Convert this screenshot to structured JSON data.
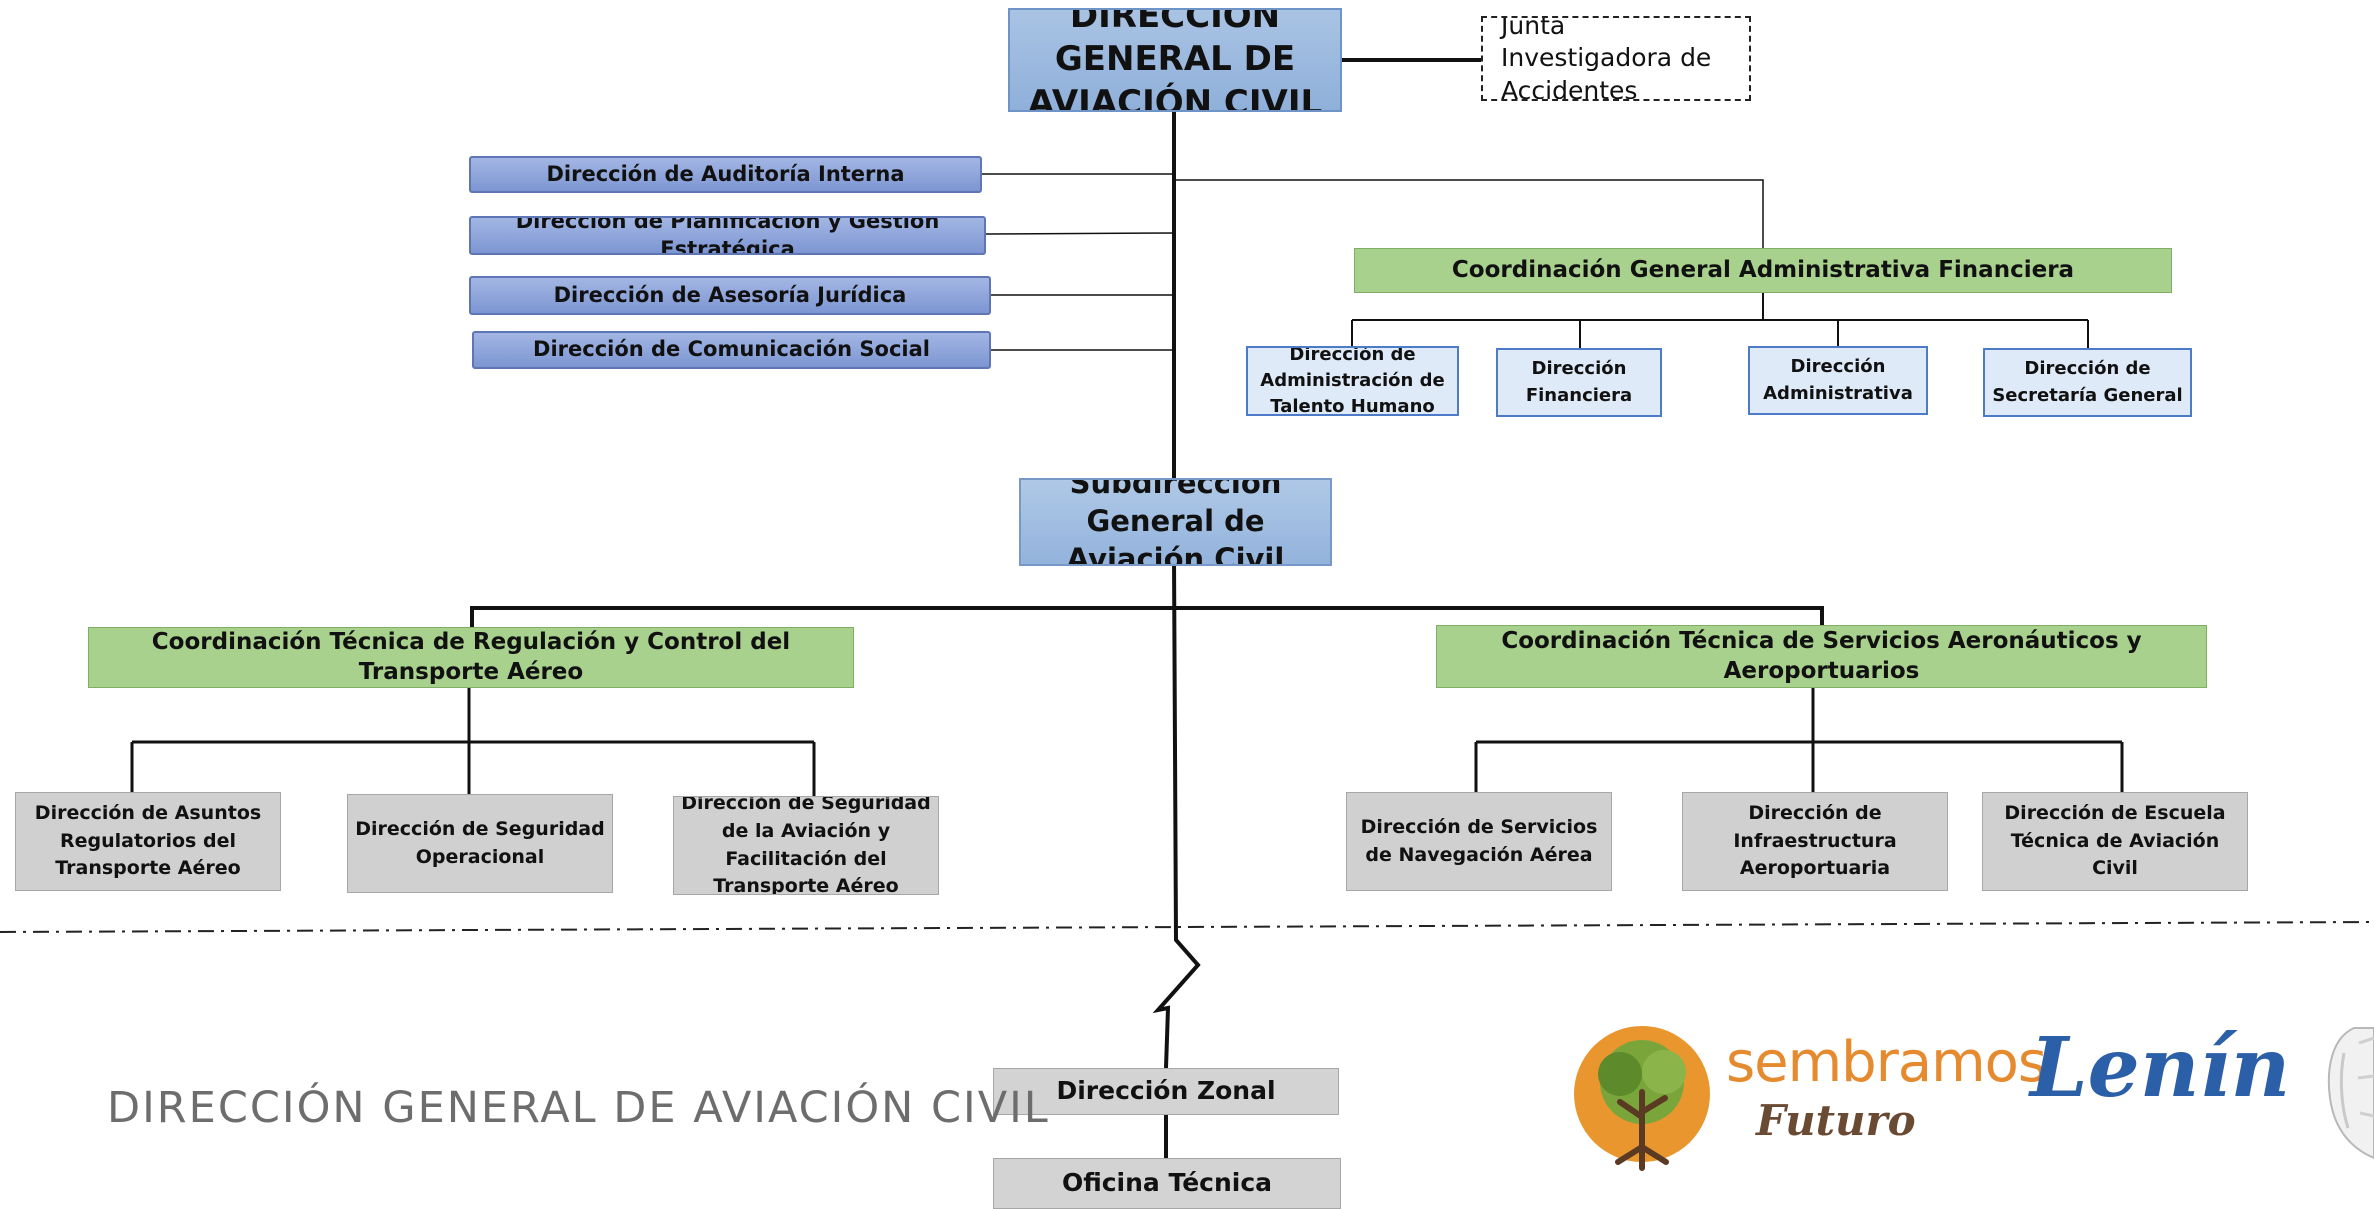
{
  "chart": {
    "root": "DIRECCIÓN GENERAL DE AVIACIÓN CIVIL",
    "junta": "Junta Investigadora de Accidentes",
    "staff": [
      "Dirección de Auditoría Interna",
      "Dirección de Planificación y Gestión Estratégica",
      "Dirección de Asesoría Jurídica",
      "Dirección de Comunicación Social"
    ],
    "admin_coord": "Coordinación General Administrativa Financiera",
    "admin_units": [
      "Dirección de Administración de Talento Humano",
      "Dirección Financiera",
      "Dirección Administrativa",
      "Dirección de Secretaría General"
    ],
    "sub": "Subdirección General de Aviación Civil",
    "reg_coord": "Coordinación Técnica de Regulación y Control del Transporte Aéreo",
    "reg_units": [
      "Dirección de Asuntos Regulatorios del Transporte Aéreo",
      "Dirección de Seguridad Operacional",
      "Dirección de Seguridad de la Aviación y Facilitación del Transporte Aéreo"
    ],
    "serv_coord": "Coordinación Técnica de Servicios Aeronáuticos y Aeroportuarios",
    "serv_units": [
      "Dirección de Servicios de Navegación Aérea",
      "Dirección de Infraestructura Aeroportuaria",
      "Dirección de Escuela Técnica de Aviación Civil"
    ],
    "zonal": "Dirección Zonal",
    "tecnica": "Oficina Técnica"
  },
  "footer": {
    "institution": "DIRECCIÓN GENERAL DE AVIACIÓN CIVIL",
    "logo_line1": "sembramos",
    "logo_line2": "Futuro",
    "signature": "Lenín"
  }
}
